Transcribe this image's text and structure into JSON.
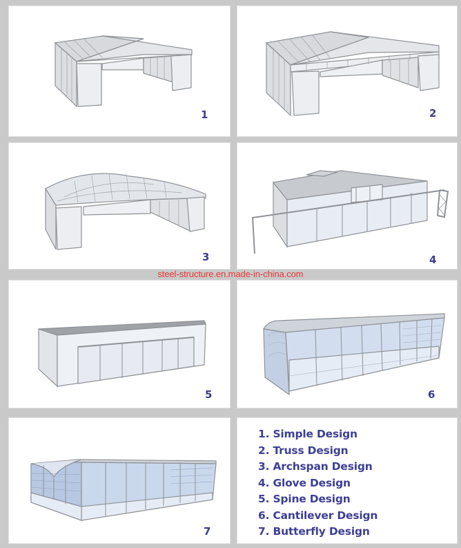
{
  "figure": {
    "panels": [
      {
        "id": 1,
        "label": "1",
        "design": "Simple Design"
      },
      {
        "id": 2,
        "label": "2",
        "design": "Truss Design"
      },
      {
        "id": 3,
        "label": "3",
        "design": "Archspan Design"
      },
      {
        "id": 4,
        "label": "4",
        "design": "Glove Design"
      },
      {
        "id": 5,
        "label": "5",
        "design": "Spine Design"
      },
      {
        "id": 6,
        "label": "6",
        "design": "Cantilever Design"
      },
      {
        "id": 7,
        "label": "7",
        "design": "Butterfly Design"
      }
    ],
    "legend": {
      "items": [
        "1. Simple Design",
        "2. Truss Design",
        "3. Archspan Design",
        "4. Glove Design",
        "5. Spine Design",
        "6. Cantilever Design",
        "7. Butterfly Design"
      ]
    },
    "watermark": "steel-structure.en.made-in-china.com",
    "colors": {
      "background": "#c9c9c9",
      "panel": "#ffffff",
      "label_text": "#3b3d8f",
      "legend_text": "#3d3f94",
      "watermark": "#e53935",
      "structure_line": "#8e9196",
      "glass": "#b9cbe6"
    }
  }
}
